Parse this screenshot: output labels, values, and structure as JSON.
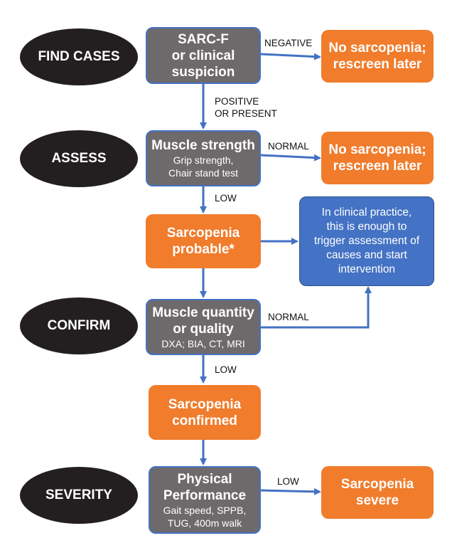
{
  "stages": {
    "find_cases": "FIND CASES",
    "assess": "ASSESS",
    "confirm": "CONFIRM",
    "severity": "SEVERITY"
  },
  "boxes": {
    "sarcf": [
      "SARC-F",
      "or clinical",
      "suspicion"
    ],
    "no_sarcopenia_1": [
      "No sarcopenia;",
      "rescreen later"
    ],
    "muscle_strength": {
      "title": "Muscle strength",
      "details": [
        "Grip strength,",
        "Chair stand test"
      ]
    },
    "no_sarcopenia_2": [
      "No sarcopenia;",
      "rescreen later"
    ],
    "sarcopenia_probable": [
      "Sarcopenia",
      "probable*"
    ],
    "clinical_practice": [
      "In clinical practice,",
      "this is enough to",
      "trigger assessment of",
      "causes and start",
      "intervention"
    ],
    "muscle_quantity": {
      "title": [
        "Muscle quantity",
        "or quality"
      ],
      "details": "DXA; BIA, CT, MRI"
    },
    "sarcopenia_confirmed": [
      "Sarcopenia",
      "confirmed"
    ],
    "physical_performance": {
      "title": [
        "Physical",
        "Performance"
      ],
      "details": [
        "Gait speed, SPPB,",
        "TUG, 400m walk"
      ]
    },
    "sarcopenia_severe": [
      "Sarcopenia",
      "severe"
    ]
  },
  "labels": {
    "negative": "NEGATIVE",
    "positive": [
      "POSITIVE",
      "OR PRESENT"
    ],
    "normal_1": "NORMAL",
    "low_1": "LOW",
    "normal_2": "NORMAL",
    "low_2": "LOW",
    "low_3": "LOW"
  },
  "colors": {
    "stage_ellipse": "#231f20",
    "test_box": "#6e6a6b",
    "outcome_box": "#f07c2c",
    "note_box": "#4472c4",
    "arrow": "#4472c4"
  }
}
